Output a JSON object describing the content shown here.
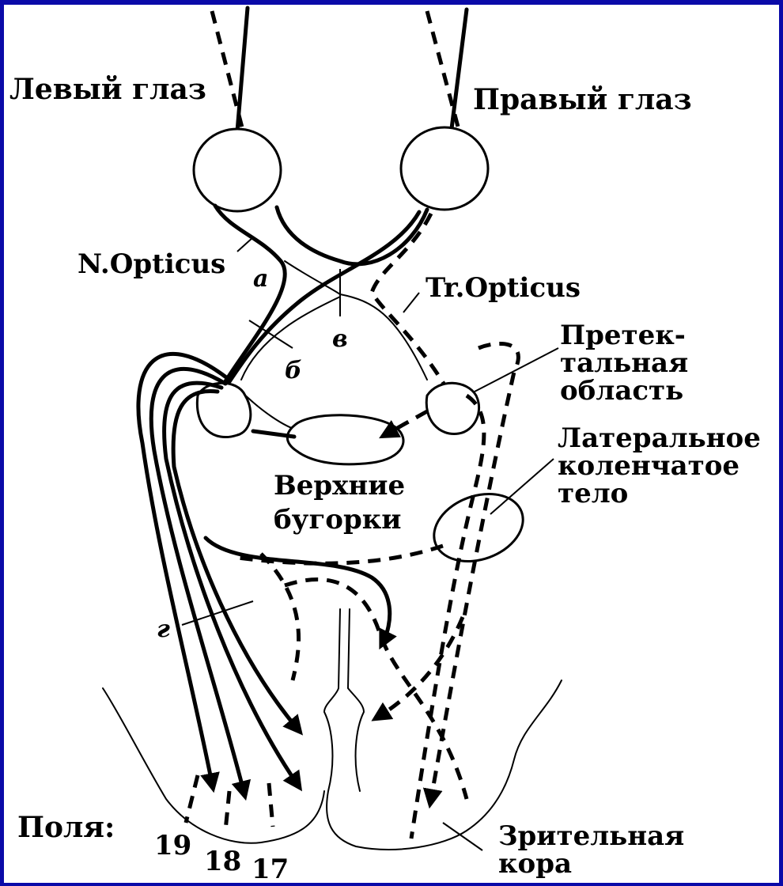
{
  "labels": {
    "left_eye": "Левый глаз",
    "right_eye": "Правый глаз",
    "n_opticus": "N.Opticus",
    "tr_opticus": "Tr.Opticus",
    "mark_a": "а",
    "mark_b": "б",
    "mark_v": "в",
    "mark_g": "г",
    "pretectal_1": "Претек-",
    "pretectal_2": "тальная",
    "pretectal_3": "область",
    "lgn_1": "Латеральное",
    "lgn_2": "коленчатое",
    "lgn_3": "тело",
    "colliculi_1": "Верхние",
    "colliculi_2": "бугорки",
    "fields": "Поля:",
    "field_19": "19",
    "field_18": "18",
    "field_17": "17",
    "cortex_1": "Зрительная",
    "cortex_2": "кора"
  }
}
